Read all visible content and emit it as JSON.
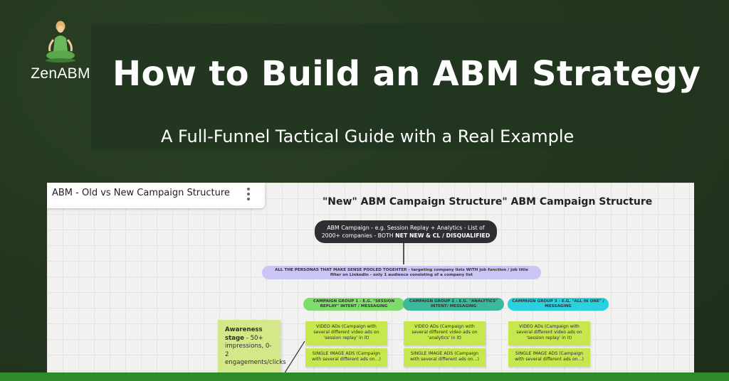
{
  "brand": {
    "name": "ZenABM"
  },
  "hero": {
    "title": "How to Build an ABM Strategy",
    "subtitle": "A Full-Funnel Tactical Guide with a Real Example"
  },
  "board": {
    "tab_title": "ABM - Old vs New Campaign Structure",
    "heading": "\"New\" ABM Campaign Structure\" ABM Campaign Structure",
    "campaign_pill": {
      "text_plain": "ABM Campaign - e.g. Session Replay + Analytics  - List of 2000+ companies - BOTH ",
      "text_bold": "NET NEW & CL / DISQUALIFIED"
    },
    "personas": "ALL THE PERSONAS THAT MAKE SENSE POOLED TOGEHTER - targeting company lists WITH job function / job title filter on LinkedIn - only 1 audience consisting of a company list",
    "groups": [
      {
        "label": "CAMPAIGN GROUP 1 - E.G. \"SESSION REPLAY\" INTENT  / MESSAGING",
        "color": "#7fdc6c"
      },
      {
        "label": "CAMPAIGN GROUP 2 - E.G. \"ANALYTICS\" INTENT/ MESSAGING",
        "color": "#3cb89a"
      },
      {
        "label": "CAMPAIGN GROUP 3 - E.G. \"ALL IN ONE\" / MESSAGING",
        "color": "#29d0dd"
      }
    ],
    "video_ads": [
      "VIDEO ADs (Campaign with several different video ads on 'session replay' in it)",
      "VIDEO ADs (Campaign with several different video ads on 'analytics' in it)",
      "VIDEO ADs (Campaign with several different video ads on 'session replay' in it)"
    ],
    "image_ads": [
      "SINGLE IMAGE ADS (Campaign with several different ads on...)",
      "SINGLE IMAGE ADS (Campaign with several different ads on...)",
      "SINGLE IMAGE ADS (Campaign with several different ads on...)"
    ],
    "awareness": {
      "label": "Awareness stage",
      "detail": " - 50+ impressions, 0-2 engagements/clicks"
    }
  },
  "colors": {
    "background": "#24381f",
    "sticky": "#c6e84c",
    "accent_strip": "#2f8a2a"
  }
}
